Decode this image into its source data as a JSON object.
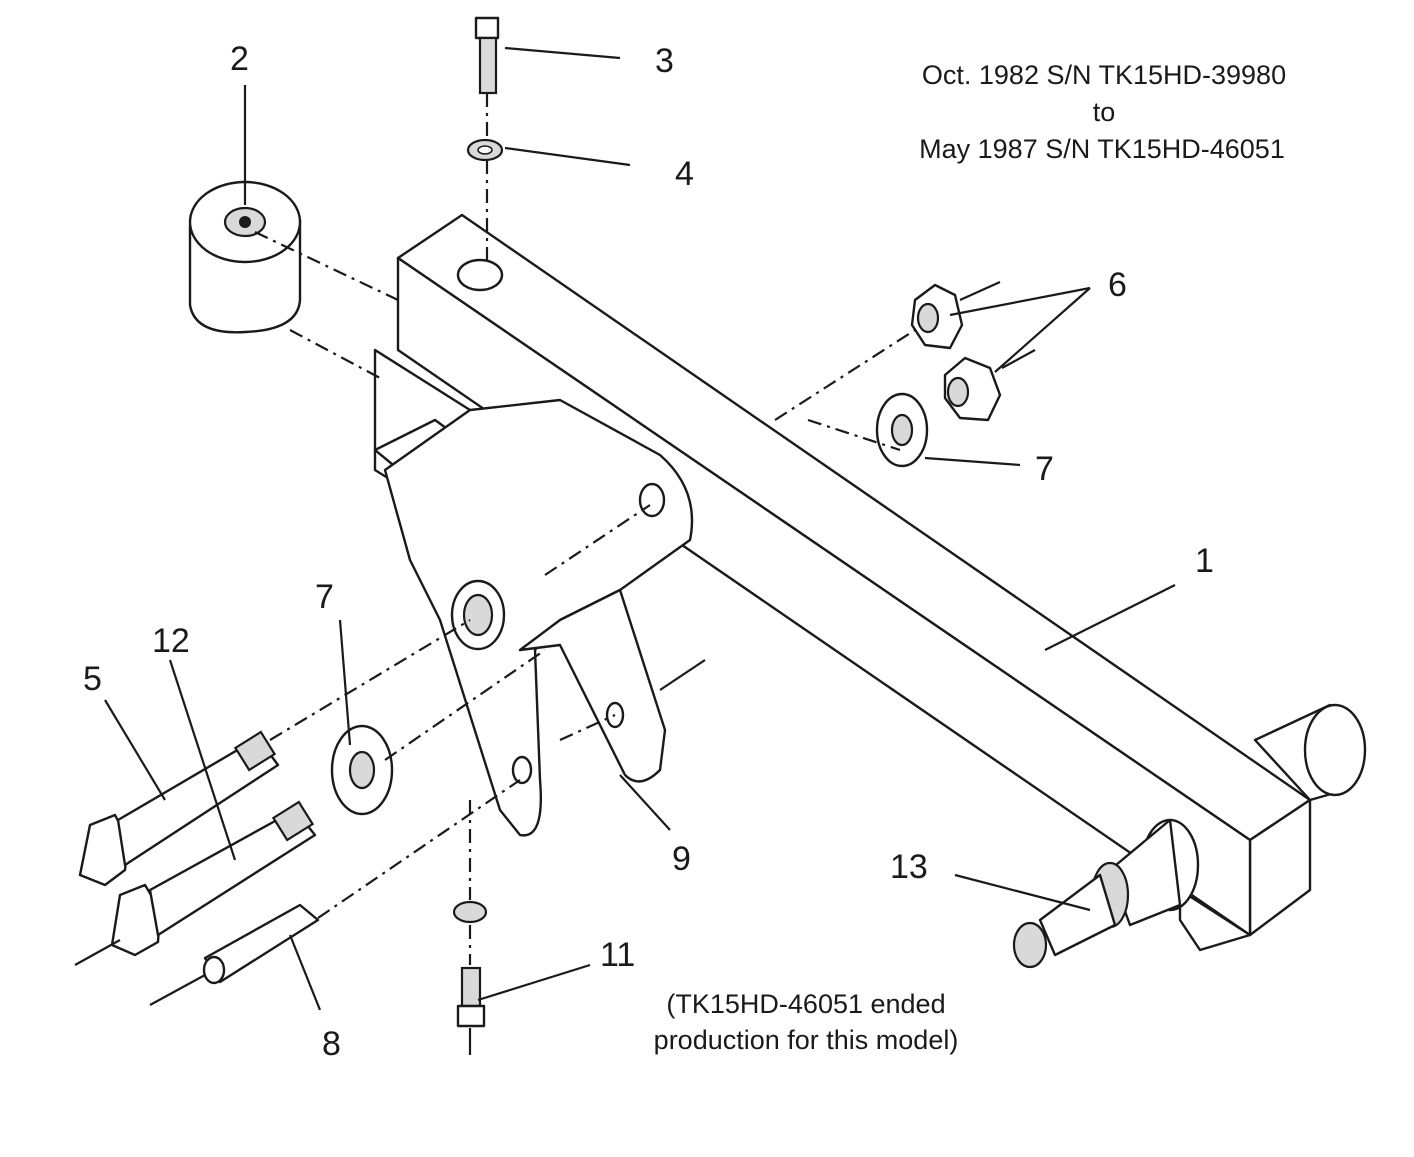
{
  "header_note": {
    "line1": "Oct. 1982 S/N TK15HD-39980",
    "line2": "to",
    "line3": "May 1987 S/N TK15HD-46051"
  },
  "footer_note": {
    "line1": "(TK15HD-46051 ended",
    "line2": "production for  this model)"
  },
  "callouts": {
    "c1": "1",
    "c2": "2",
    "c3": "3",
    "c4": "4",
    "c5": "5",
    "c6": "6",
    "c7a": "7",
    "c7b": "7",
    "c8": "8",
    "c9": "9",
    "c11": "11",
    "c12": "12",
    "c13": "13"
  }
}
